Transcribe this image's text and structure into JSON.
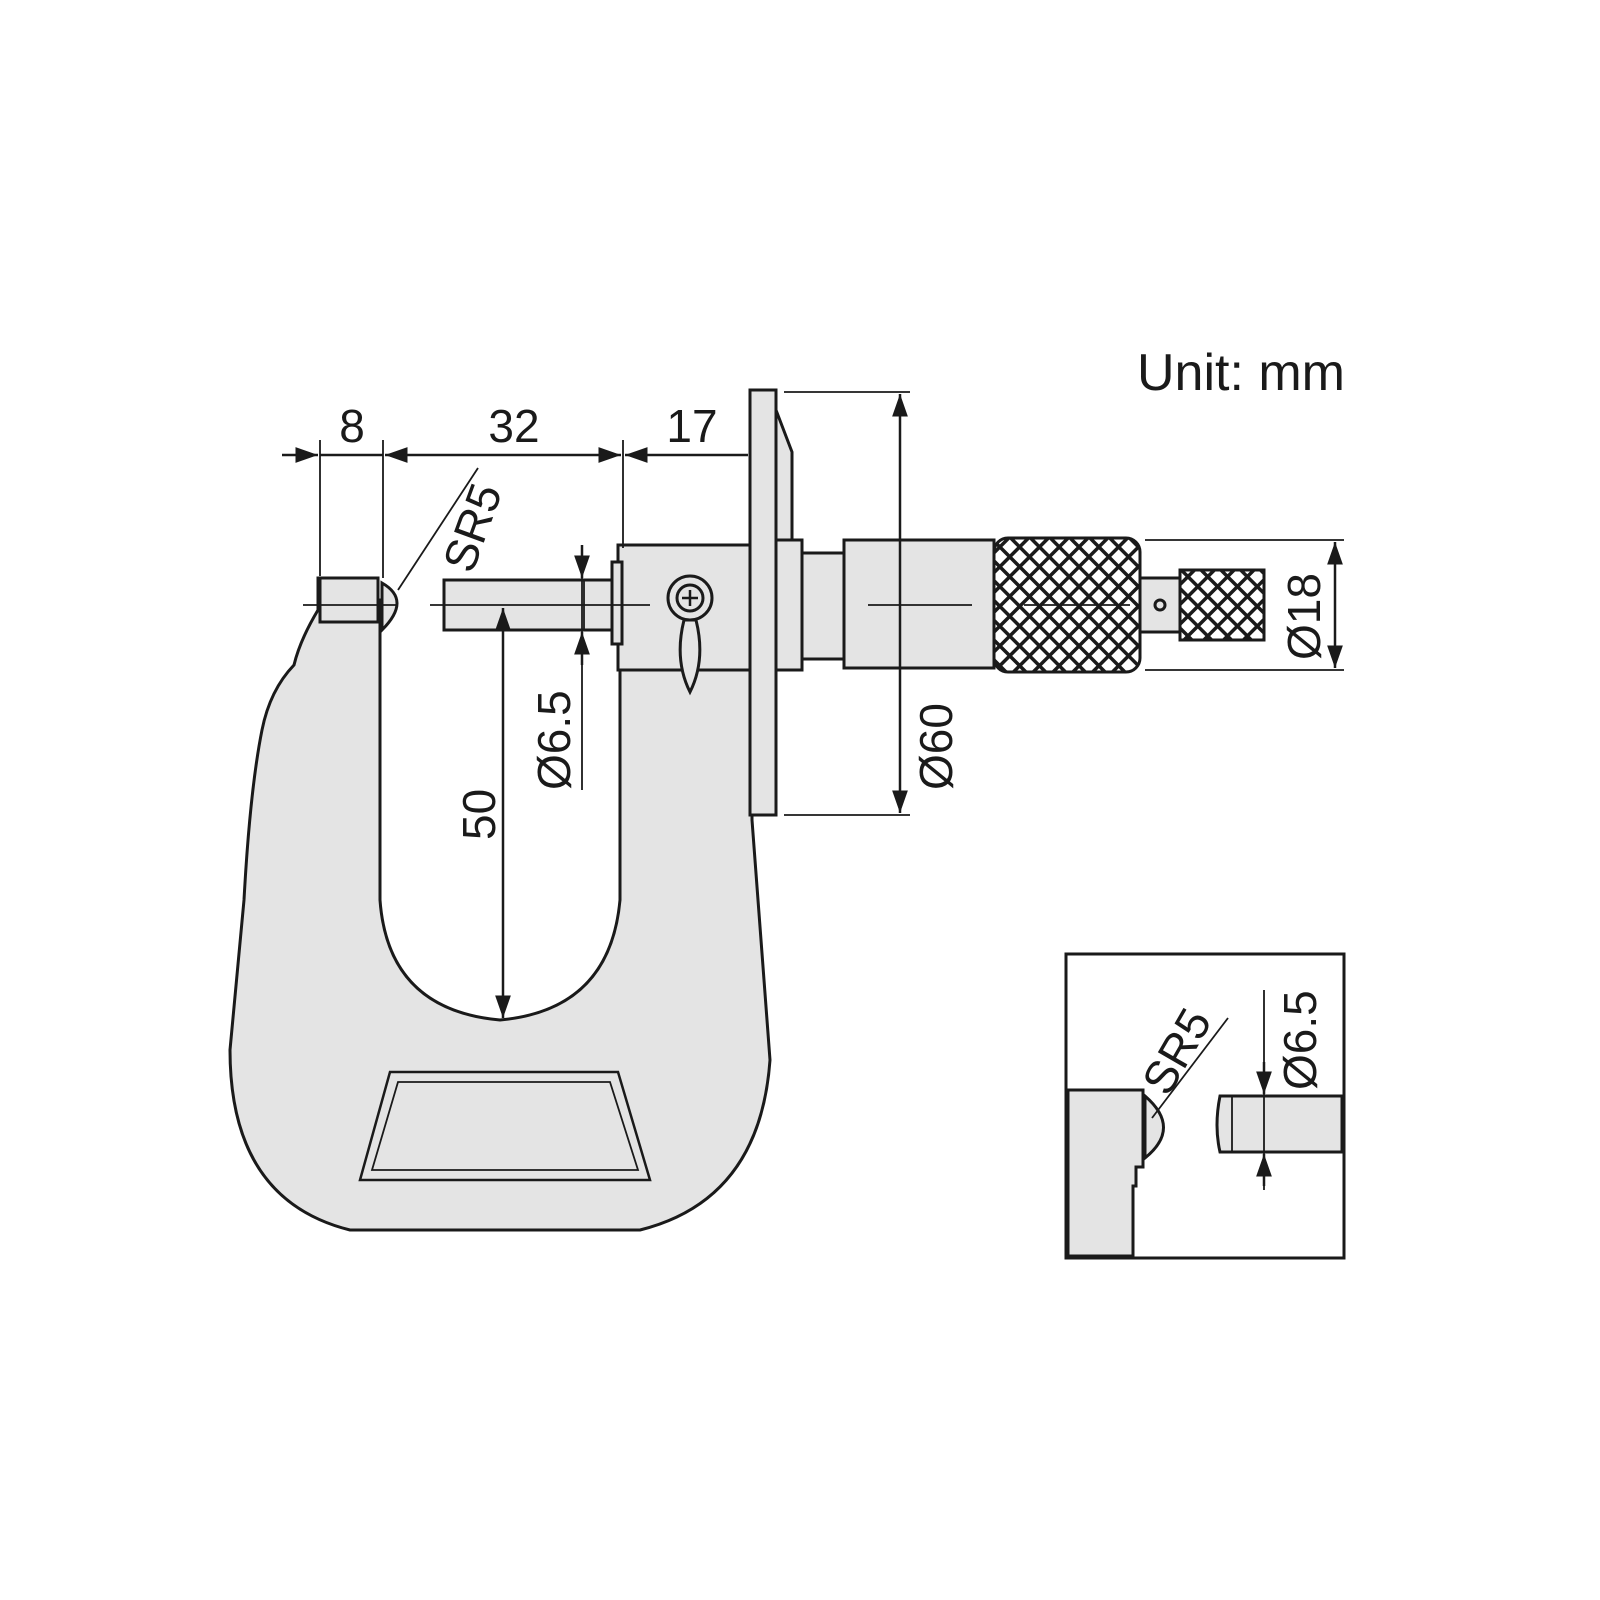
{
  "unit_label": "Unit: mm",
  "dimensions": {
    "anvil_length": "8",
    "gap_length": "32",
    "spindle_to_disc": "17",
    "anvil_radius": "SR5",
    "spindle_diameter": "Ø6.5",
    "throat_depth": "50",
    "disc_diameter": "Ø60",
    "thimble_diameter": "Ø18"
  },
  "detail": {
    "anvil_radius": "SR5",
    "spindle_diameter": "Ø6.5"
  },
  "colors": {
    "part_fill": "#e4e4e4",
    "line": "#1a1a1a",
    "knurl": "#1a1a1a"
  }
}
